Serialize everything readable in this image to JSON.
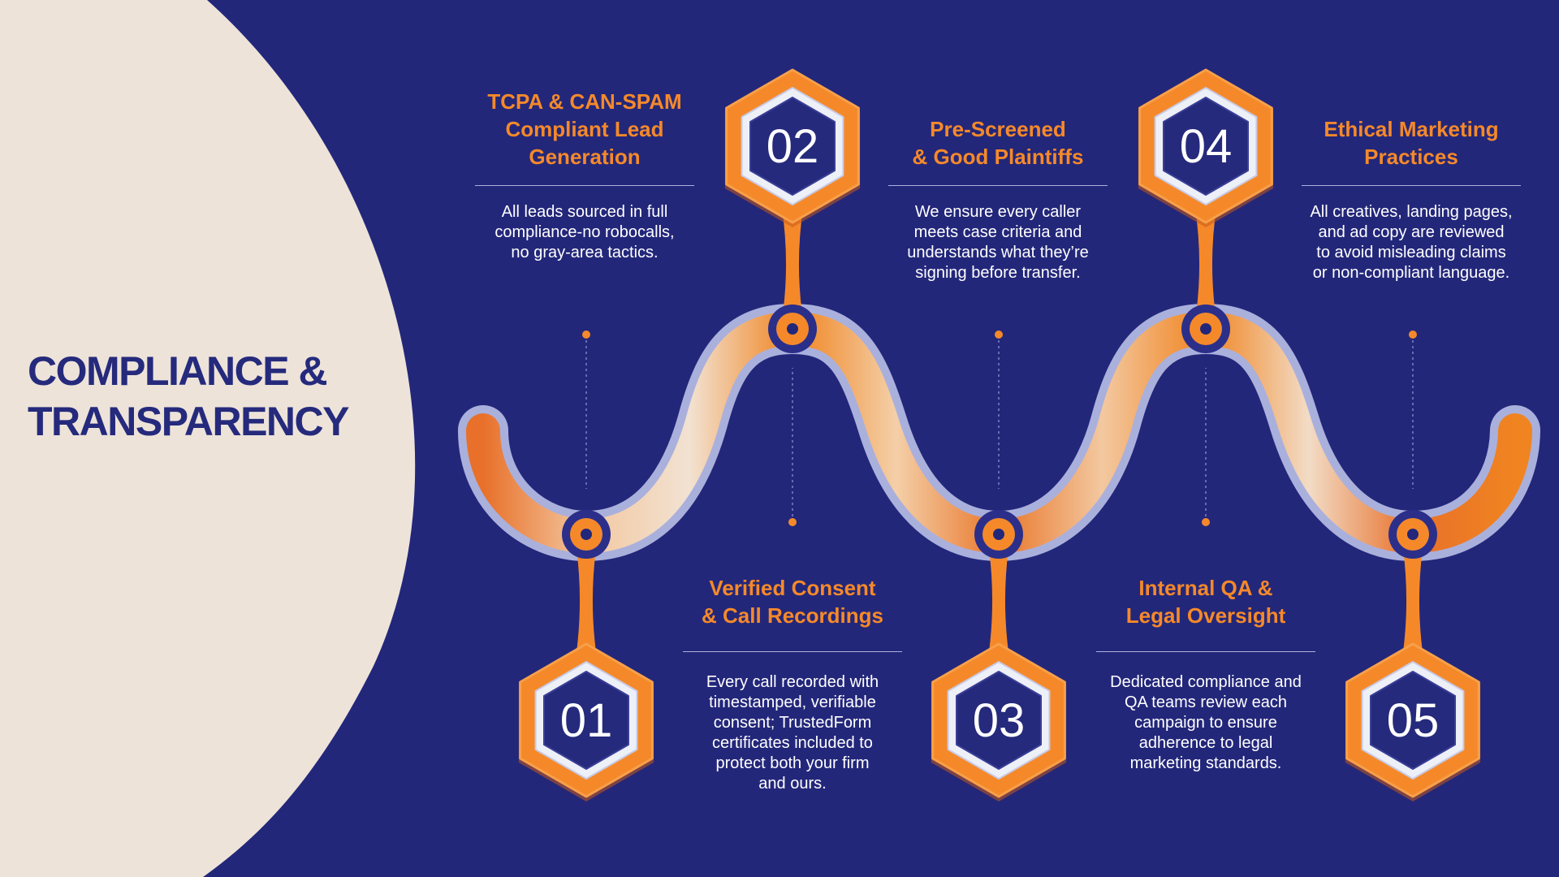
{
  "heading": {
    "line1": "COMPLIANCE &",
    "line2": "TRANSPARENCY"
  },
  "colors": {
    "background": "#23277a",
    "panel": "#ede3d9",
    "accent": "#f5892a",
    "heading": "#252a7c",
    "text": "#ffffff"
  },
  "steps": [
    {
      "number": "01",
      "title": [
        "Verified Consent",
        "& Call Recordings"
      ],
      "desc": [
        "Every call recorded with",
        "timestamped, verifiable",
        "consent; TrustedForm",
        "certificates included to",
        "protect both your firm",
        "and ours."
      ]
    },
    {
      "number": "02",
      "title": [
        "TCPA & CAN-SPAM",
        "Compliant Lead",
        "Generation"
      ],
      "desc": [
        "All leads sourced in full",
        "compliance-no robocalls,",
        "no gray-area tactics."
      ]
    },
    {
      "number": "03",
      "title": [
        "Internal QA &",
        "Legal Oversight"
      ],
      "desc": [
        "Dedicated compliance and",
        "QA teams review each",
        "campaign to ensure",
        "adherence to legal",
        "marketing standards."
      ]
    },
    {
      "number": "04",
      "title": [
        "Pre-Screened",
        "& Good Plaintiffs"
      ],
      "desc": [
        "We ensure every caller",
        "meets case criteria and",
        "understands what they’re",
        "signing before transfer."
      ]
    },
    {
      "number": "05",
      "title": [
        "Ethical Marketing",
        "Practices"
      ],
      "desc": [
        "All creatives, landing pages,",
        "and ad copy are reviewed",
        "to avoid misleading claims",
        "or non-compliant language."
      ]
    }
  ]
}
